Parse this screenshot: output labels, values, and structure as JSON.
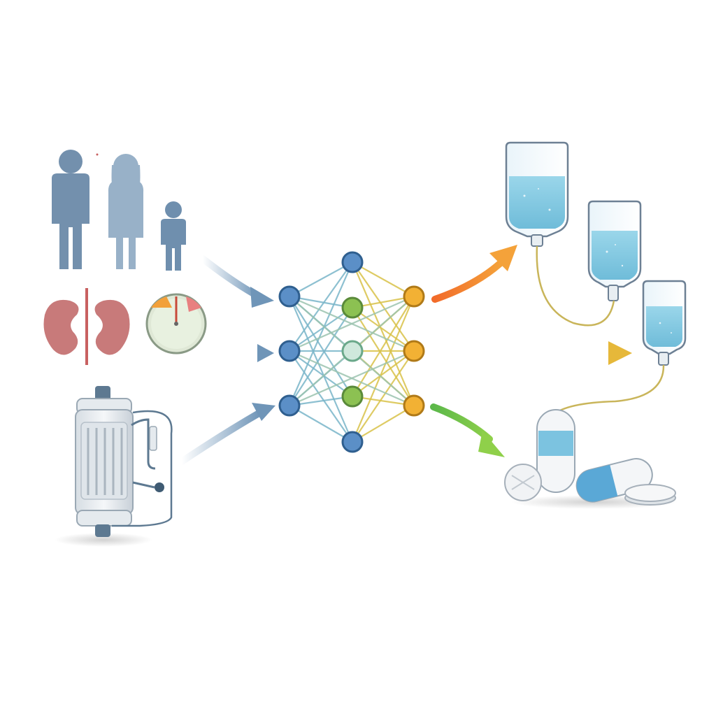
{
  "diagram": {
    "inputs": [
      {
        "id": "patients",
        "icon": "patient-family-icon"
      },
      {
        "id": "kidney-vitals",
        "icon": "kidney-icon",
        "secondary_icon": "pressure-gauge-icon"
      },
      {
        "id": "dialysis",
        "icon": "dialyzer-icon"
      }
    ],
    "model": {
      "icon": "neural-network-icon",
      "layers": [
        {
          "nodes": 3,
          "color": "#5b8fc7"
        },
        {
          "nodes": 5,
          "color": "#5b8fc7"
        },
        {
          "nodes": 3,
          "color": "#8cc152"
        },
        {
          "nodes": 3,
          "color": "#f2b134"
        }
      ]
    },
    "outputs": [
      {
        "id": "iv-fluids",
        "icon": "iv-bag-icon",
        "arrow_color": "#f28a30"
      },
      {
        "id": "fluid-infusion",
        "icon": "iv-bag-icon",
        "arrow_color": "#9ccc3c"
      },
      {
        "id": "medication",
        "icon": "pills-icon",
        "arrow_color": "#7cc24a"
      }
    ],
    "colors": {
      "person": "#6f8fae",
      "kidney": "#c87070",
      "liquid": "#8fd0e6",
      "arrow_in": "#6f95b8"
    }
  }
}
